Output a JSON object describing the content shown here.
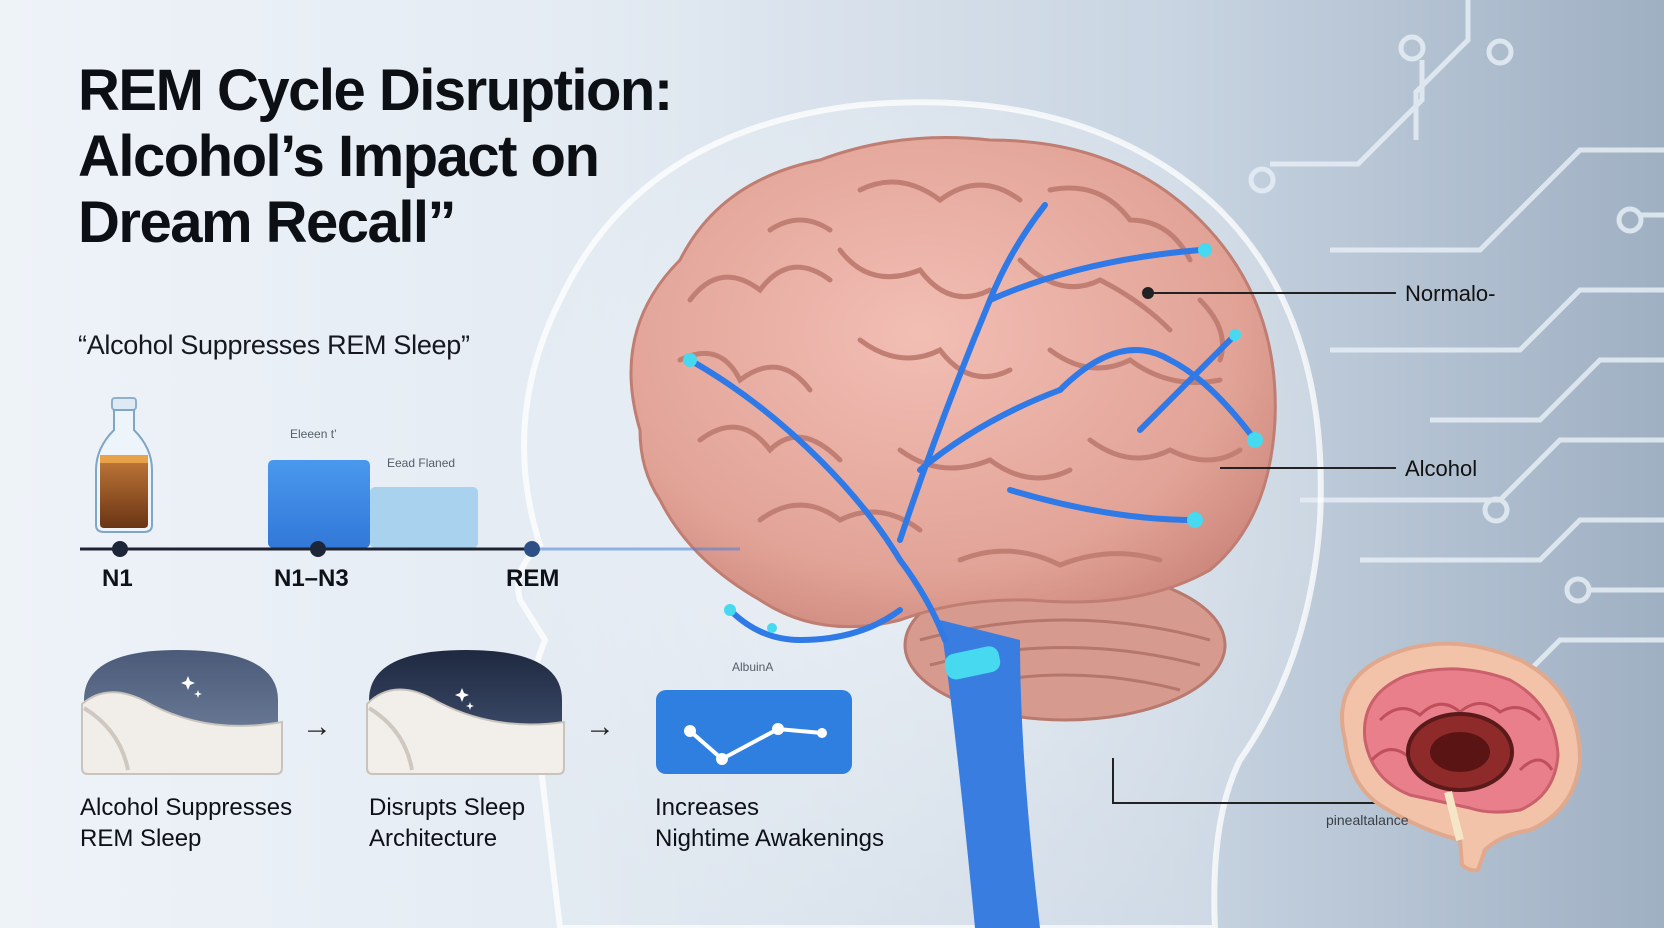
{
  "title_lines": [
    "REM Cycle Disruption:",
    "Alcohol’s Impact on",
    "Dream Recall”"
  ],
  "subtitle": "“Alcohol Suppresses REM Sleep”",
  "timeline": {
    "bar_labels": [
      "Eleeen t’",
      "Eead Flaned"
    ],
    "stages": [
      "N1",
      "N1–N3",
      "REM"
    ]
  },
  "steps": [
    {
      "line1": "Alcohol Suppresses",
      "line2": "REM Sleep"
    },
    {
      "line1": "Disrupts Sleep",
      "line2": "Architecture"
    },
    {
      "line1": "Increases",
      "line2": "Nightime Awakenings"
    }
  ],
  "arrow_glyph": "→",
  "chart_icon_label": "AlbuinA",
  "callouts": {
    "normal": "Normalo-",
    "alcohol": "Alcohol",
    "pineal": "pinealtalance"
  },
  "colors": {
    "accent_blue": "#3a84e0",
    "light_blue": "#a8d2ee",
    "brain_pink": "#e9aaa0",
    "circuit": "#e6eef5"
  }
}
